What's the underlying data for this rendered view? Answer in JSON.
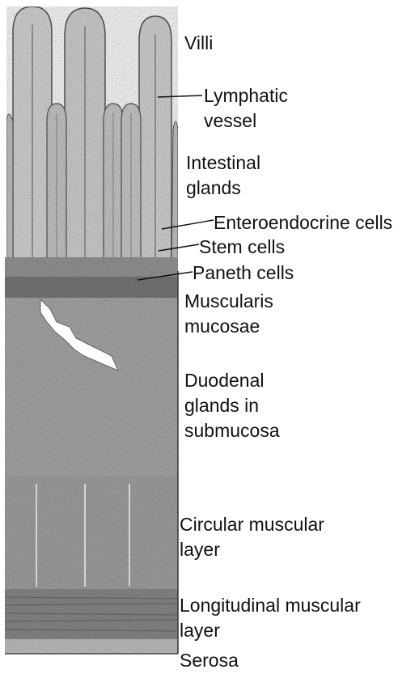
{
  "labels": {
    "villi": "Villi",
    "lymphatic_vessel": "Lymphatic\nvessel",
    "intestinal_glands": "Intestinal\nglands",
    "enteroendocrine_cells": "Enteroendocrine cells",
    "stem_cells": "Stem cells",
    "paneth_cells": "Paneth cells",
    "muscularis_mucosae": "Muscularis\nmucosae",
    "duodenal_glands": "Duodenal\nglands in\nsubmucosa",
    "circular_muscular_layer": "Circular muscular\nlayer",
    "longitudinal_muscular_layer": "Longitudinal muscular\nlayer",
    "serosa": "Serosa"
  },
  "colors": {
    "ink": "#111111",
    "tissue_light": "#d8d8d8",
    "tissue_mid": "#b5b5b5",
    "tissue_dark": "#8a8a8a",
    "background": "#ffffff"
  }
}
